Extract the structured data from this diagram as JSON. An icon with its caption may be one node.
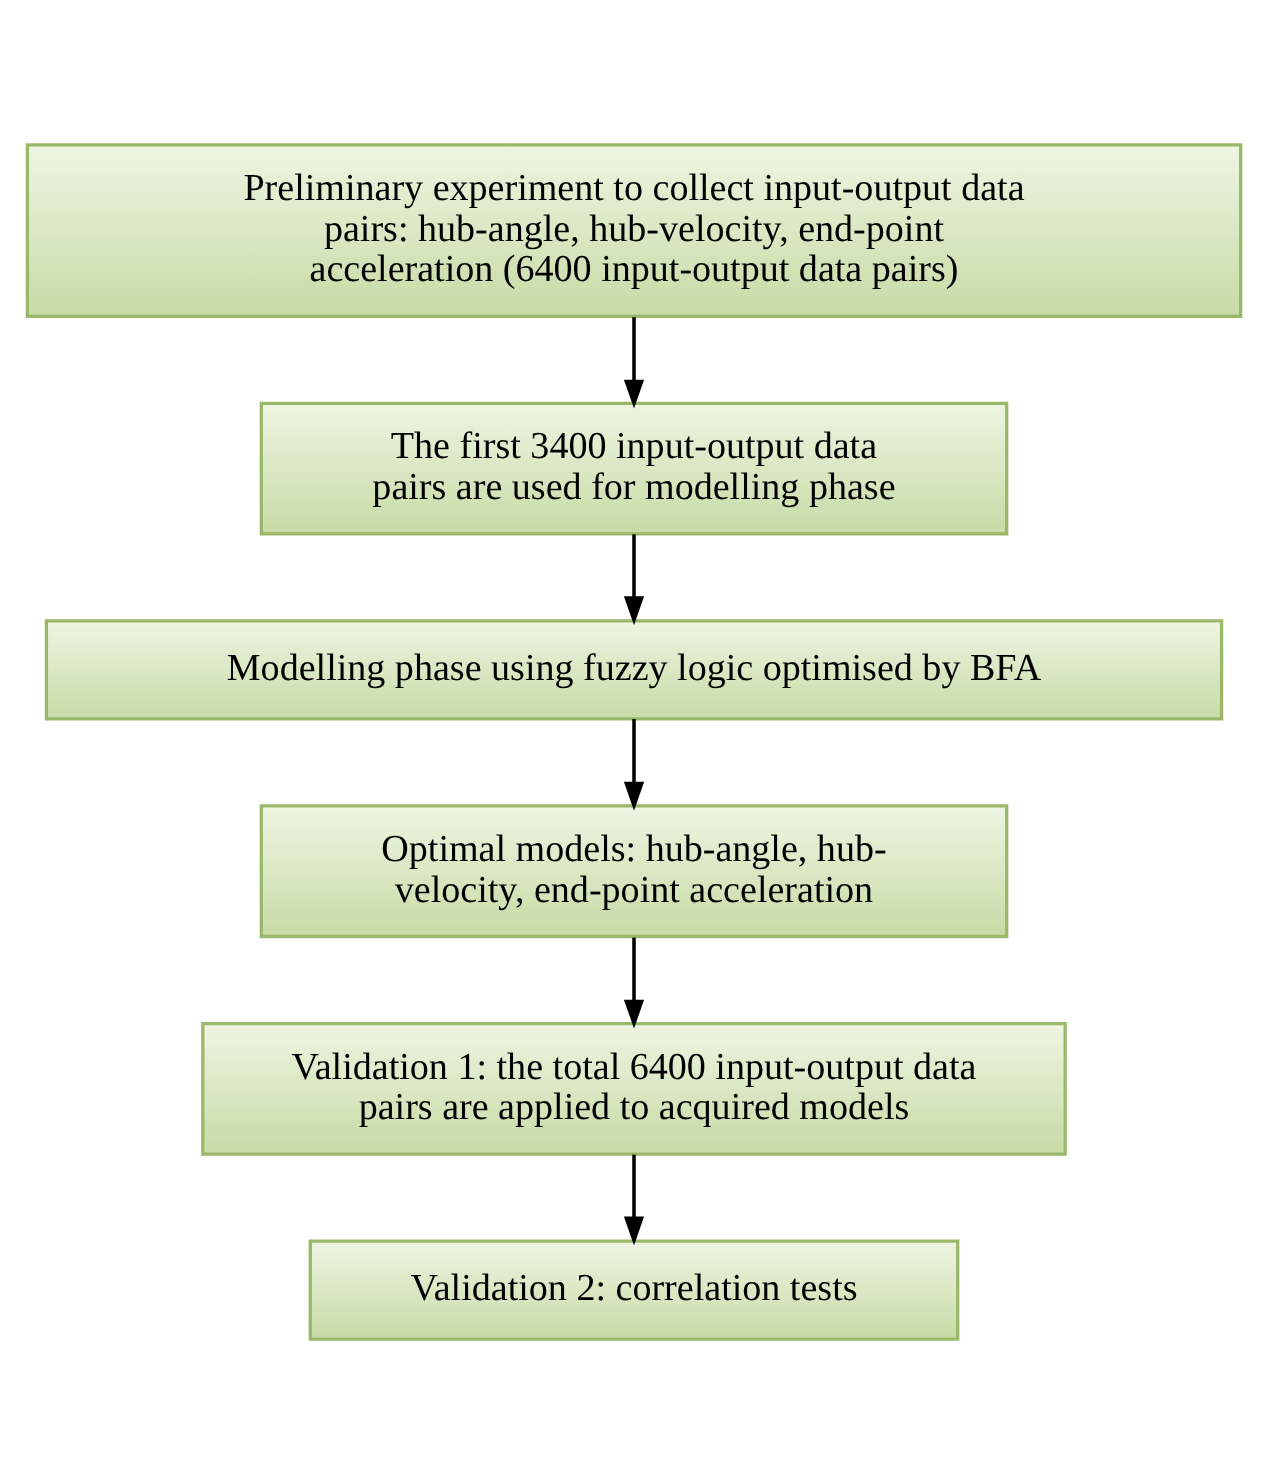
{
  "diagram": {
    "nodes": [
      {
        "text": [
          "Preliminary experiment to collect input-output data pairs: hub-angle, hub-velocity, end-point acceleration (6400 input-output data pairs)"
        ]
      },
      {
        "text": [
          "The first 3400 input-output data pairs are used for modelling phase"
        ]
      },
      {
        "text": [
          "Modelling phase using fuzzy logic optimised by BFA"
        ]
      },
      {
        "text": [
          "Optimal models: hub-angle, hub-velocity, end-point acceleration"
        ]
      },
      {
        "text": [
          "Validation 1: the total 6400 input-output data pairs are applied to acquired models"
        ]
      },
      {
        "text": [
          "Validation 2: correlation tests"
        ]
      }
    ],
    "edges": [
      {
        "from": 0,
        "to": 1,
        "arrow": "to"
      },
      {
        "from": 1,
        "to": 2,
        "arrow": "to"
      },
      {
        "from": 2,
        "to": 3,
        "arrow": "to"
      },
      {
        "from": 3,
        "to": 4,
        "arrow": "to"
      },
      {
        "from": 4,
        "to": 5,
        "arrow": "to"
      }
    ]
  }
}
